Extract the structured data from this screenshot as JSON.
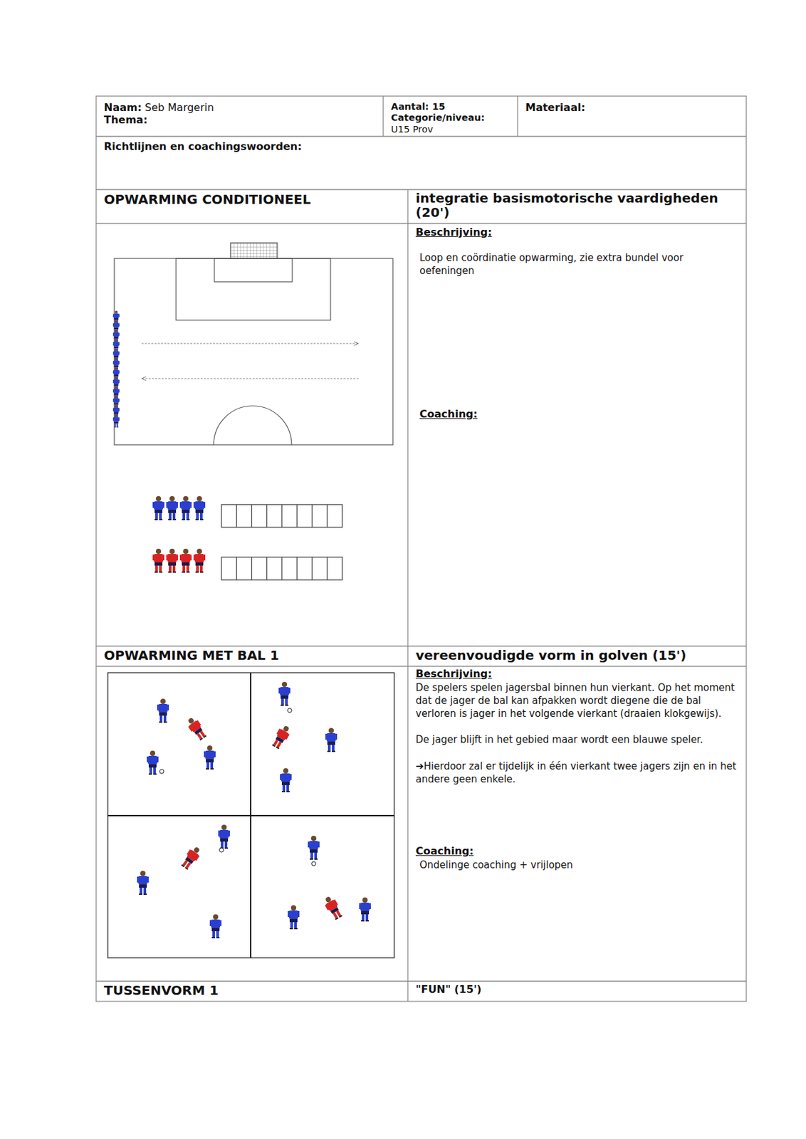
{
  "diagram": {
    "nodes": [
      {
        "text": [
          "Naam:",
          "Seb Margerin",
          "Thema:"
        ]
      },
      {
        "text": [
          "Aantal: 15",
          "Categorie/niveau:",
          "U15 Prov"
        ]
      },
      {
        "text": [
          "Materiaal:"
        ]
      },
      {
        "text": [
          "Richtlijnen en coachingswoorden:"
        ]
      },
      {
        "text": [
          "OPWARMING CONDITIONEEL"
        ]
      },
      {
        "text": [
          "integratie basismotorische vaardigheden (20')"
        ]
      },
      {
        "text": [
          "Beschrijving:",
          "Loop en coördinatie opwarming, zie extra bundel voor oefeningen",
          "Coaching:"
        ]
      },
      {
        "text": [
          "OPWARMING MET BAL 1"
        ]
      },
      {
        "text": [
          "vereenvoudigde vorm in golven (15')"
        ]
      },
      {
        "text": [
          "Beschrijving:",
          "De spelers spelen jagersbal binnen hun vierkant. Op het moment dat de jager de bal kan afpakken wordt diegene die de bal verloren is jager in het volgende vierkant (draaien klokgewijs).",
          "De jager blijft in het gebied maar wordt een blauwe speler.",
          "➔Hierdoor zal er tijdelijk in één vierkant twee jagers zijn en in het andere geen enkele.",
          "Coaching:",
          "Ondelinge coaching + vrijlopen"
        ]
      },
      {
        "text": [
          "TUSSENVORM 1"
        ]
      },
      {
        "text": [
          "\"FUN\" (15')"
        ]
      }
    ]
  }
}
